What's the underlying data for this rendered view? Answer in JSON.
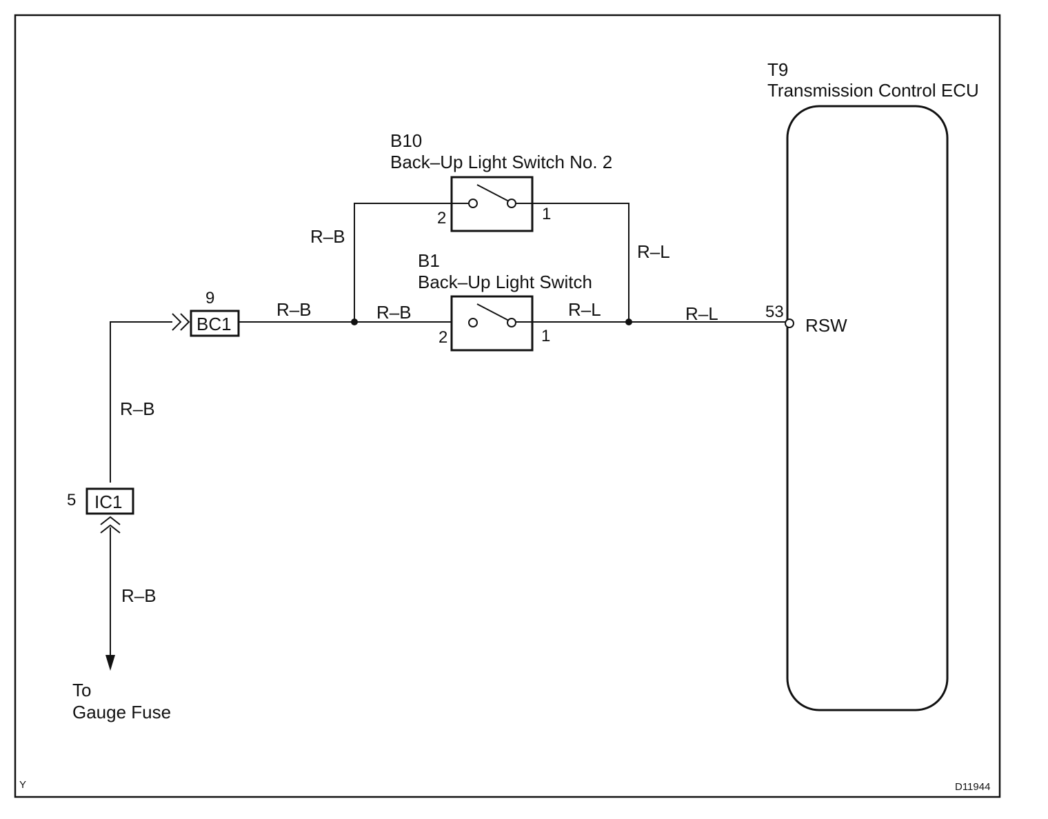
{
  "ecu": {
    "code": "T9",
    "name": "Transmission Control ECU",
    "pin_number": "53",
    "pin_name": "RSW"
  },
  "switch_b10": {
    "code": "B10",
    "name": "Back–Up Light Switch No. 2",
    "pin_left": "2",
    "pin_right": "1"
  },
  "switch_b1": {
    "code": "B1",
    "name": "Back–Up Light Switch",
    "pin_left": "2",
    "pin_right": "1"
  },
  "connector_bc1": {
    "name": "BC1",
    "pin": "9"
  },
  "connector_ic1": {
    "name": "IC1",
    "pin": "5"
  },
  "wires": {
    "upper_left": "R–B",
    "bc1_out": "R–B",
    "b1_in": "R–B",
    "b1_out": "R–L",
    "right_vertical": "R–L",
    "to_ecu": "R–L",
    "vertical_upper": "R–B",
    "vertical_lower": "R–B"
  },
  "fuse": {
    "line1": "To",
    "line2": "Gauge Fuse"
  },
  "corner_left": "Y",
  "figure_code": "D11944"
}
